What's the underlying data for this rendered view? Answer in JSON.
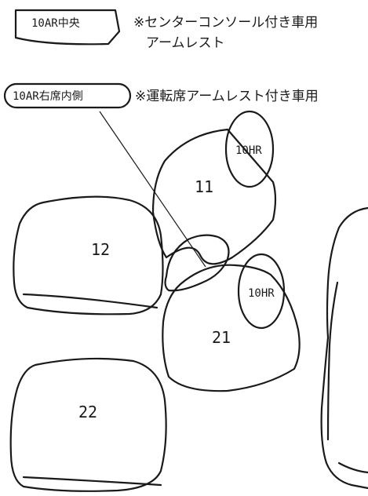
{
  "labels": {
    "center_tag": "10AR中央",
    "center_note_line1": "※センターコンソール付き車用",
    "center_note_line2": "アームレスト",
    "right_tag": "10AR右席内側",
    "right_note": "※運転席アームレスト付き車用",
    "piece_11": "11",
    "piece_12": "12",
    "piece_21": "21",
    "piece_22": "22",
    "headrest_top": "10HR",
    "headrest_bottom": "10HR"
  },
  "colors": {
    "line": "#1a1a1a",
    "background": "#ffffff"
  }
}
